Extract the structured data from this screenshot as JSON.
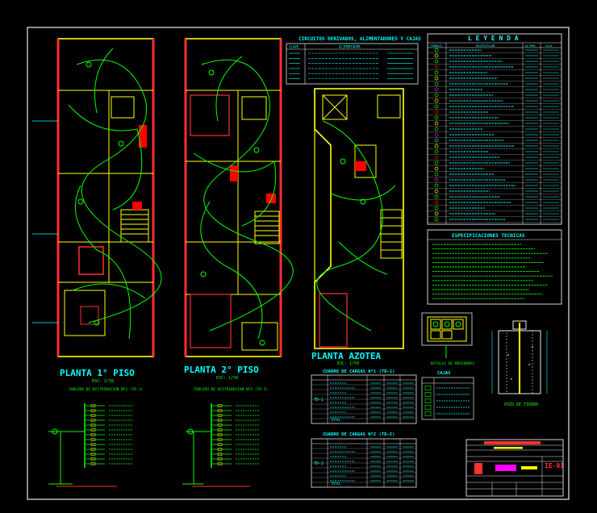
{
  "colors": {
    "background": "#000000",
    "frame": "#e8e8e8",
    "walls": "#ffff00",
    "wiring": "#00ff00",
    "text_main": "#00ffff",
    "devices": "#ff0000",
    "highlight": "#ff00ff",
    "title_accent": "#ff3030"
  },
  "plans": {
    "floor1": {
      "title": "PLANTA 1° PISO",
      "scale": "ESC: 1/50"
    },
    "floor2": {
      "title": "PLANTA 2° PISO",
      "scale": "ESC: 1/50"
    },
    "roof": {
      "title": "PLANTA AZOTEA",
      "scale": "ESC: 1/50"
    }
  },
  "circuits_table": {
    "title": "CIRCUITOS DERIVADOS, ALIMENTADORES Y CAJAS",
    "headers": [
      "CLAVE",
      "ALIMENTADOR"
    ]
  },
  "legend": {
    "title": "L E Y E N D A",
    "headers": [
      "SIMBOLO",
      "DESCRIPCION",
      "ALTURA",
      "CAJA"
    ]
  },
  "specs": {
    "title": "ESPECIFICACIONES TECNICAS"
  },
  "load_tables": {
    "td1": {
      "title": "CUADRO DE CARGAS Nº1 (TD-1)",
      "board": "TD-1",
      "total_label": "TOTAL"
    },
    "td2": {
      "title": "CUADRO DE CARGAS Nº2 (TD-2)",
      "board": "TD-2",
      "total_label": "TOTAL"
    }
  },
  "boxes_table": {
    "title": "CAJAS"
  },
  "details": {
    "rack": "DETALLE DE MEDIDORES",
    "well": "POZO DE TIERRA"
  },
  "diagrams": {
    "d1": {
      "title": "TABLERO DE DISTRIBUCION Nº1 (TD-1)"
    },
    "d2": {
      "title": "TABLERO DE DISTRIBUCION Nº2 (TD-2)"
    }
  },
  "title_block": {
    "sheet_code": "IE-01"
  }
}
